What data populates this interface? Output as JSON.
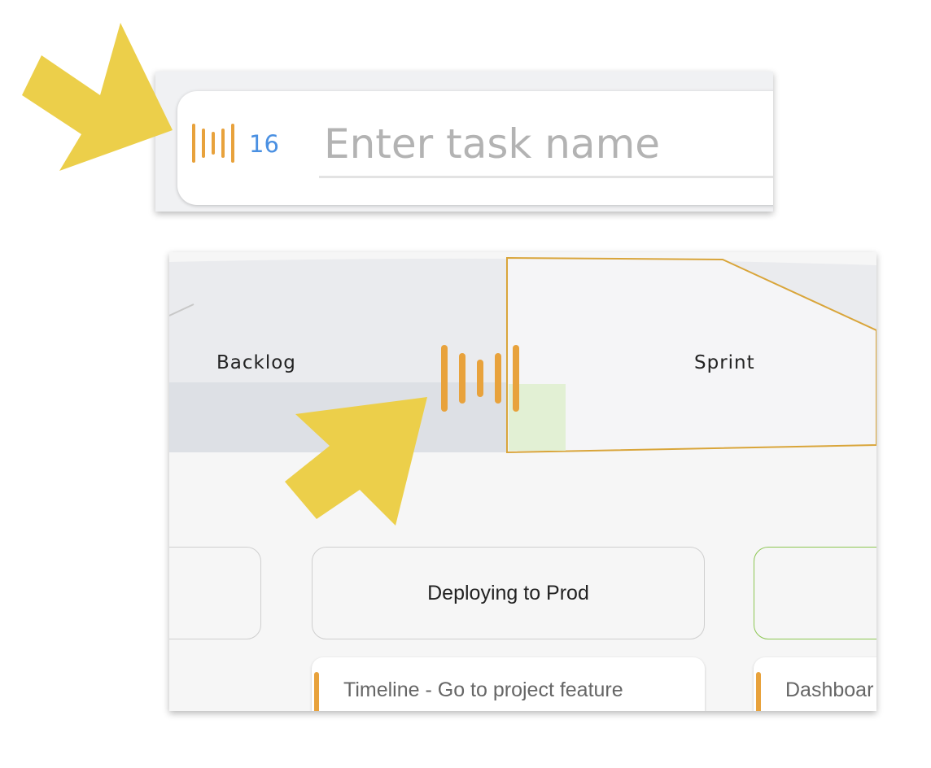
{
  "task_input": {
    "count": "16",
    "placeholder": "Enter task name",
    "icon": "agile-bars-icon"
  },
  "board": {
    "stages": [
      {
        "label": "Backlog"
      },
      {
        "label": "Sprint"
      }
    ],
    "columns": [
      {
        "title": ""
      },
      {
        "title": "Deploying to Prod"
      },
      {
        "title": ""
      }
    ],
    "tasks": [
      {
        "title": "Timeline - Go to project feature"
      },
      {
        "title": "Dashboar"
      }
    ],
    "icon": "agile-bars-icon"
  },
  "annotations": {
    "arrow_color": "#eccf4a",
    "accent_color": "#e8a23c",
    "count_color": "#4a90e2",
    "highlight_border_color": "#d9a53a",
    "green_border_color": "#8cc653"
  }
}
